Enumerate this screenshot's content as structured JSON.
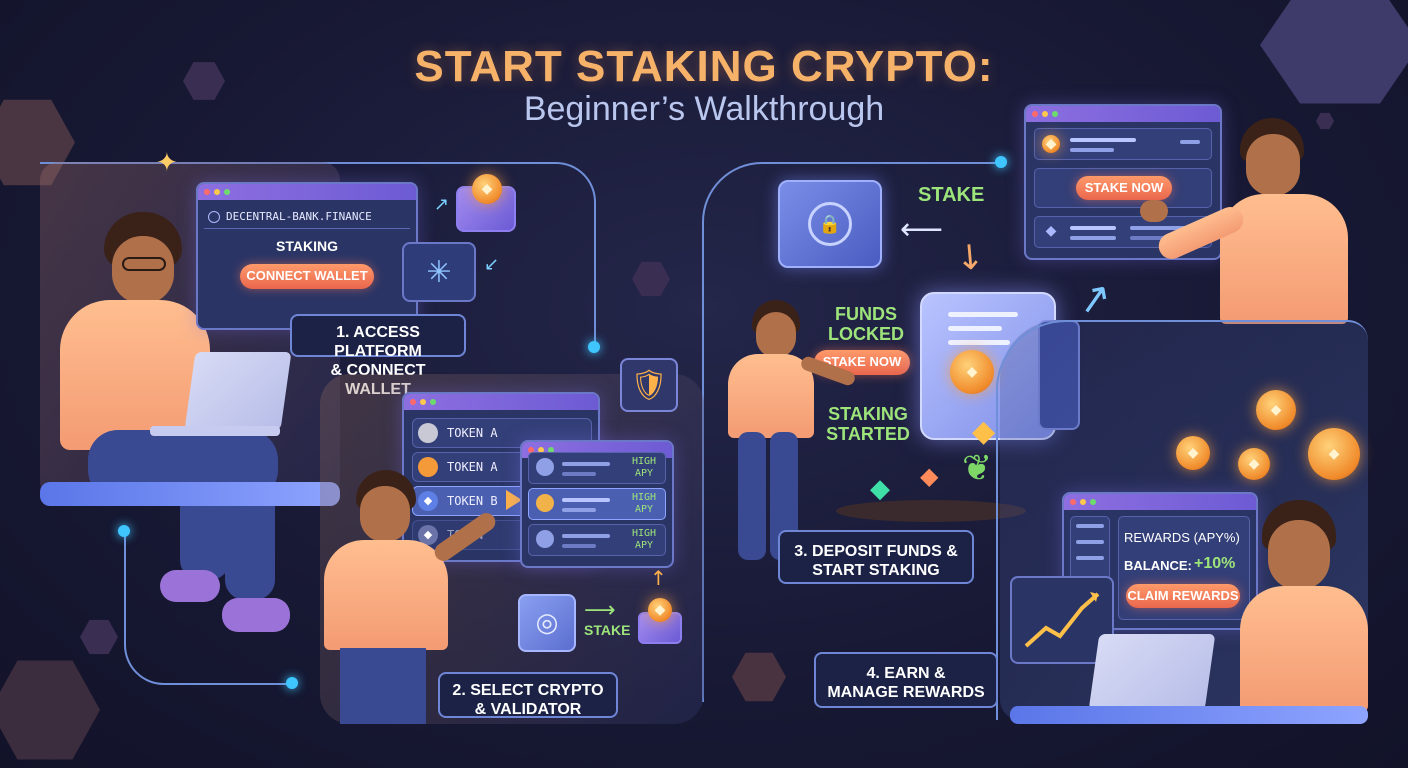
{
  "header": {
    "title": "START STAKING CRYPTO:",
    "subtitle": "Beginner’s Walkthrough"
  },
  "step1": {
    "browser_url": "DECENTRAL-BANK.FINANCE",
    "page_heading": "STAKING",
    "connect_button": "CONNECT WALLET",
    "label": "1. ACCESS PLATFORM\n& CONNECT WALLET"
  },
  "step2": {
    "tokens": [
      "TOKEN A",
      "TOKEN A",
      "TOKEN B",
      "TOKEN"
    ],
    "validators": [
      {
        "tag": "HIGH\nAPY"
      },
      {
        "tag": "HIGH\nAPY"
      },
      {
        "tag": "HIGH\nAPY"
      }
    ],
    "stake_label": "STAKE",
    "label": "2. SELECT CRYPTO\n& VALIDATOR"
  },
  "step3": {
    "stake_label": "STAKE",
    "funds_locked": "FUNDS\nLOCKED",
    "stake_now_button": "STAKE NOW",
    "staking_started": "STAKING\nSTARTED",
    "label": "3. DEPOSIT FUNDS &\nSTART STAKING",
    "panel_button": "STAKE NOW"
  },
  "step4": {
    "rewards_title": "REWARDS (APY%)",
    "balance_label": "BALANCE:",
    "balance_value": "+10%",
    "claim_button": "CLAIM REWARDS",
    "label": "4. EARN &\nMANAGE REWARDS"
  },
  "colors": {
    "accent_orange": "#f7b26a",
    "accent_green": "#9de47b",
    "line_blue": "#6f8fd8",
    "dot_cyan": "#3fc6ff"
  }
}
